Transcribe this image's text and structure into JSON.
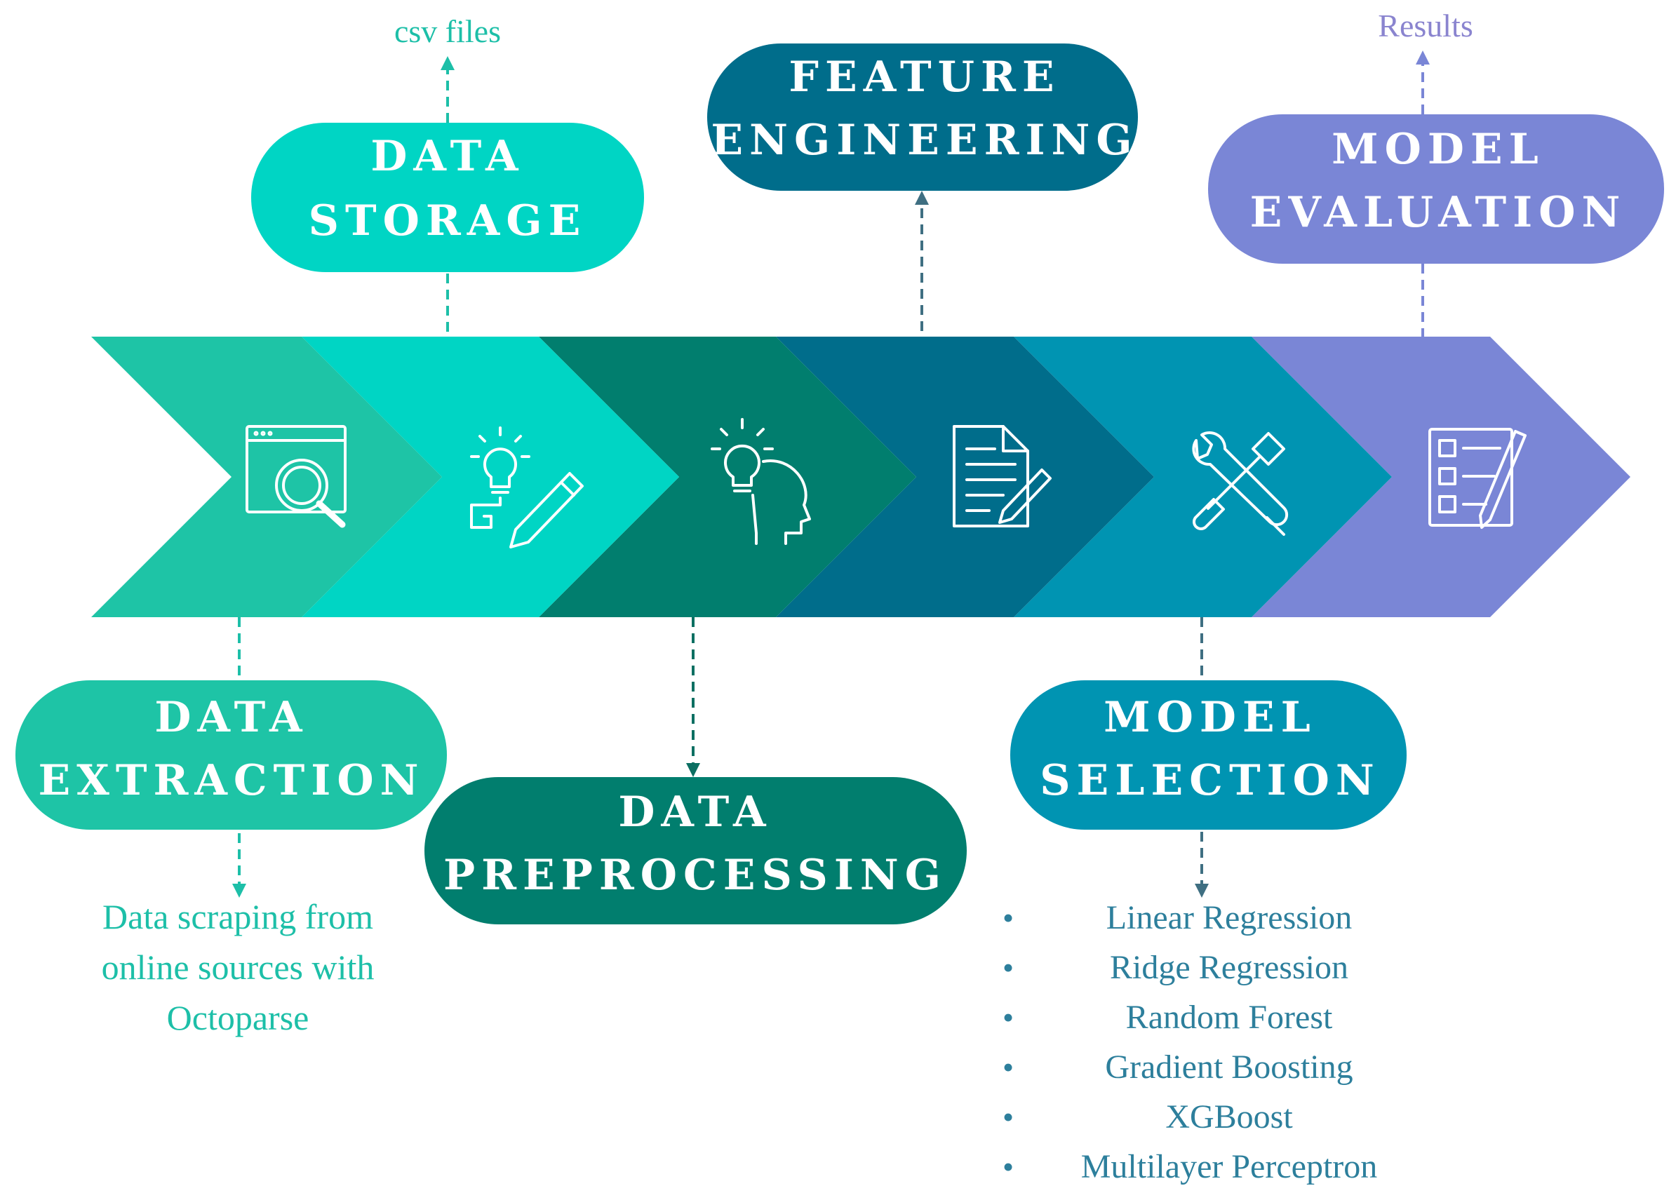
{
  "colors": {
    "extraction": "#1ec4a6",
    "storage": "#00d5c4",
    "preprocessing": "#017e6e",
    "feature_engineering": "#006d8b",
    "model_selection": "#0094b2",
    "model_evaluation": "#7a86d6",
    "storage_note": "#1dbfa8",
    "extraction_note": "#1dbfa8",
    "selection_note": "#2d7f9c",
    "evaluation_note": "#8a84cf"
  },
  "stages": [
    {
      "key": "extraction",
      "icon": "browser-search-icon"
    },
    {
      "key": "storage",
      "icon": "idea-pencil-icon"
    },
    {
      "key": "preprocessing",
      "icon": "head-lightbulb-icon"
    },
    {
      "key": "feature_engineering",
      "icon": "document-pen-icon"
    },
    {
      "key": "model_selection",
      "icon": "wrench-screwdriver-icon"
    },
    {
      "key": "model_evaluation",
      "icon": "checklist-pen-icon"
    }
  ],
  "labels": {
    "data_storage": [
      "DATA",
      "STORAGE"
    ],
    "feature_engineering": [
      "FEATURE",
      "ENGINEERING"
    ],
    "model_evaluation": [
      "MODEL",
      "EVALUATION"
    ],
    "data_extraction": [
      "DATA",
      "EXTRACTION"
    ],
    "data_preprocessing": [
      "DATA",
      "PREPROCESSING"
    ],
    "model_selection": [
      "MODEL",
      "SELECTION"
    ]
  },
  "notes": {
    "storage": "csv files",
    "evaluation": "Results",
    "extraction": [
      "Data scraping from",
      "online sources with",
      "Octoparse"
    ]
  },
  "models": [
    "Linear Regression",
    "Ridge Regression",
    "Random Forest",
    "Gradient Boosting",
    "XGBoost",
    "Multilayer Perceptron"
  ],
  "bullet": "•"
}
